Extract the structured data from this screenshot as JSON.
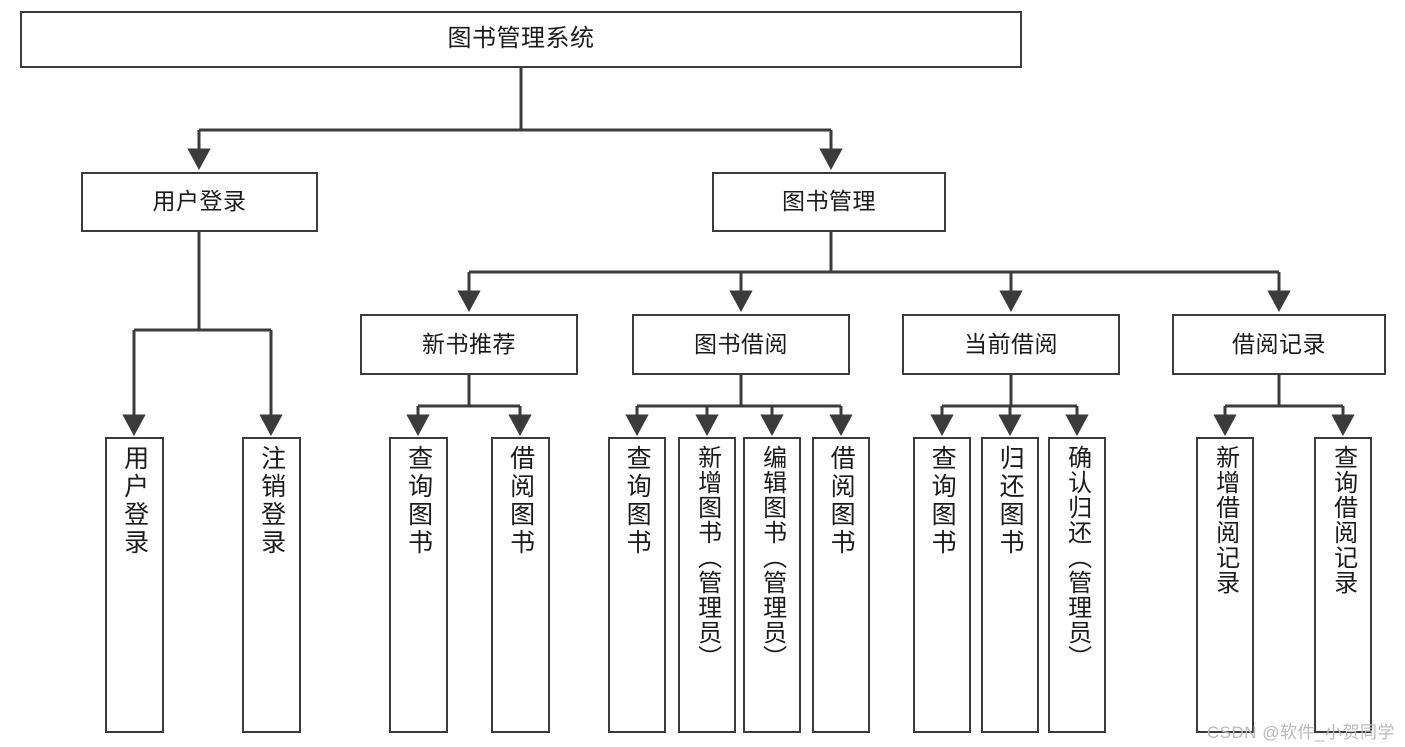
{
  "diagram": {
    "title": "图书管理系统",
    "watermark": "CSDN @软件_小贺同学",
    "line_color": "#3b3b3b",
    "box_fill": "#ffffff",
    "text_color": "#1b1b1b",
    "watermark_color": "#b9b9b9",
    "levels": {
      "level1_label": "图书管理系统",
      "level2": [
        {
          "id": "user-login",
          "label": "用户登录"
        },
        {
          "id": "book-management",
          "label": "图书管理"
        }
      ],
      "level3": [
        {
          "id": "new-book-recommend",
          "label": "新书推荐",
          "parent": "book-management"
        },
        {
          "id": "book-borrow",
          "label": "图书借阅",
          "parent": "book-management"
        },
        {
          "id": "current-borrow",
          "label": "当前借阅",
          "parent": "book-management"
        },
        {
          "id": "borrow-record",
          "label": "借阅记录",
          "parent": "book-management"
        }
      ],
      "leaves": [
        {
          "id": "leaf-user-login",
          "label": "用户登录",
          "parent": "user-login"
        },
        {
          "id": "leaf-logout",
          "label": "注销登录",
          "parent": "user-login"
        },
        {
          "id": "leaf-query-book-1",
          "label": "查询图书",
          "parent": "new-book-recommend"
        },
        {
          "id": "leaf-borrow-book-1",
          "label": "借阅图书",
          "parent": "new-book-recommend"
        },
        {
          "id": "leaf-query-book-2",
          "label": "查询图书",
          "parent": "book-borrow"
        },
        {
          "id": "leaf-add-book",
          "label": "新增图书（管理员）",
          "parent": "book-borrow"
        },
        {
          "id": "leaf-edit-book",
          "label": "编辑图书（管理员）",
          "parent": "book-borrow"
        },
        {
          "id": "leaf-borrow-book-2",
          "label": "借阅图书",
          "parent": "book-borrow"
        },
        {
          "id": "leaf-query-book-3",
          "label": "查询图书",
          "parent": "current-borrow"
        },
        {
          "id": "leaf-return-book",
          "label": "归还图书",
          "parent": "current-borrow"
        },
        {
          "id": "leaf-confirm-return",
          "label": "确认归还（管理员）",
          "parent": "current-borrow"
        },
        {
          "id": "leaf-add-record",
          "label": "新增借阅记录",
          "parent": "borrow-record"
        },
        {
          "id": "leaf-query-record",
          "label": "查询借阅记录",
          "parent": "borrow-record"
        }
      ]
    }
  }
}
